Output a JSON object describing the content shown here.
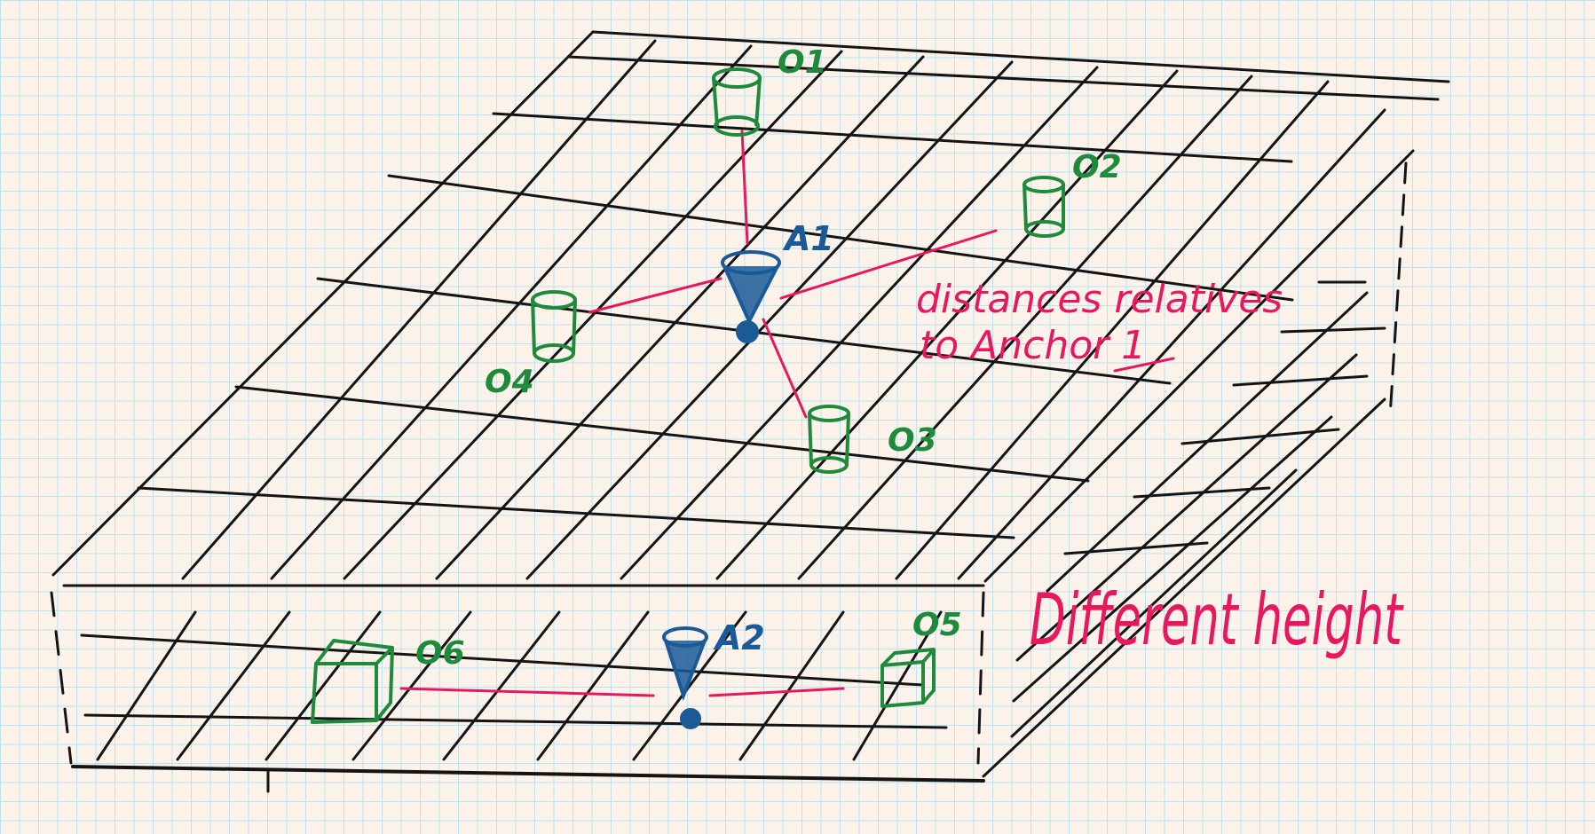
{
  "colors": {
    "paper": "#fbf3ea",
    "grid": "#bfe0f0",
    "ink": "#141414",
    "object": "#1f8a3c",
    "anchor": "#1a5a96",
    "link": "#e8185f"
  },
  "labels": {
    "o1": "O1",
    "o2": "O2",
    "o3": "O3",
    "o4": "O4",
    "o5": "O5",
    "o6": "O6",
    "a1": "A1",
    "a2": "A2"
  },
  "notes": {
    "distances_line1": "distances relatives",
    "distances_line2": "to Anchor 1",
    "height": "Different height"
  }
}
